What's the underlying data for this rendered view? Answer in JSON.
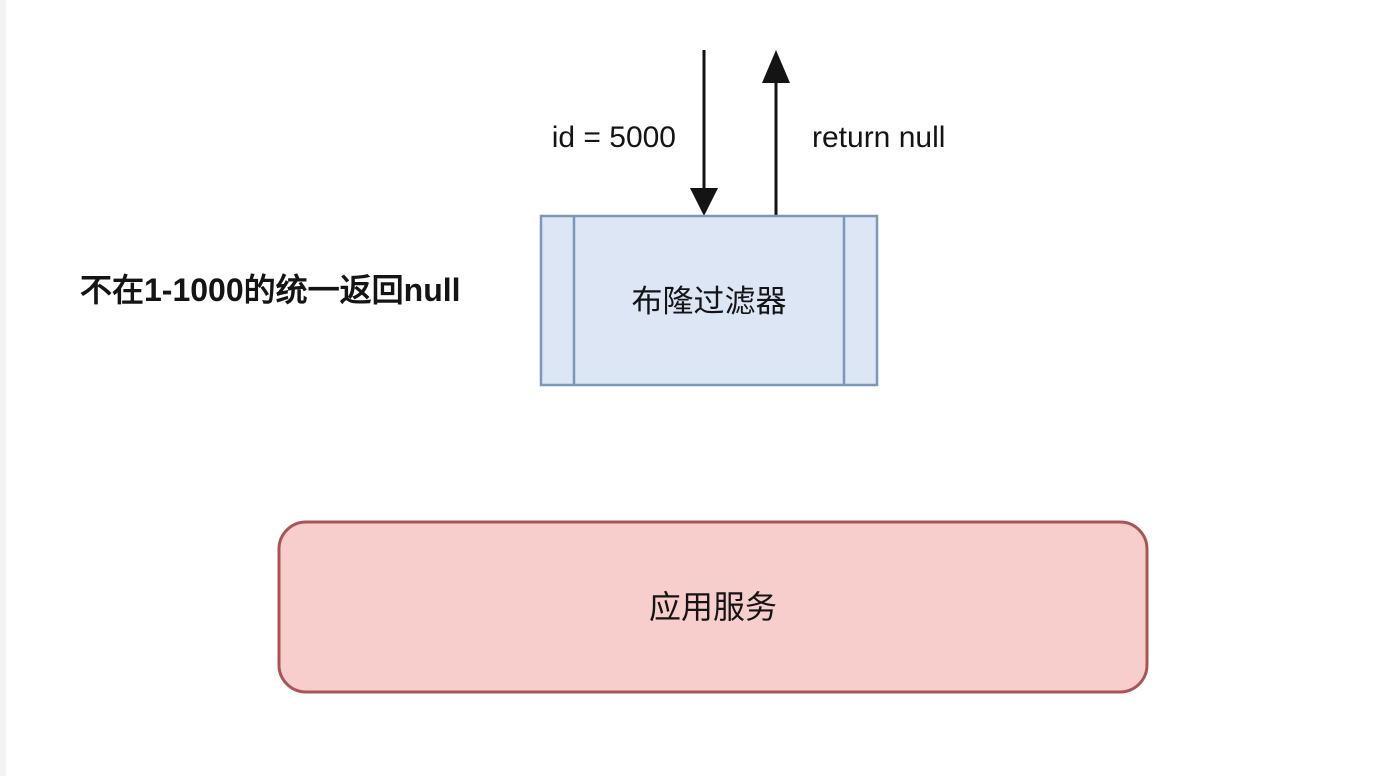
{
  "diagram": {
    "request_label": "id = 5000",
    "response_label": "return null",
    "annotation": "不在1-1000的统一返回null",
    "filter_box": {
      "label": "布隆过滤器"
    },
    "service_box": {
      "label": "应用服务"
    },
    "colors": {
      "filter_fill": "#dce6f5",
      "filter_border": "#7e96bc",
      "service_fill": "#f8cecd",
      "service_border": "#aa5555",
      "ink": "#141414",
      "page_edge": "#f1f3f4"
    }
  }
}
